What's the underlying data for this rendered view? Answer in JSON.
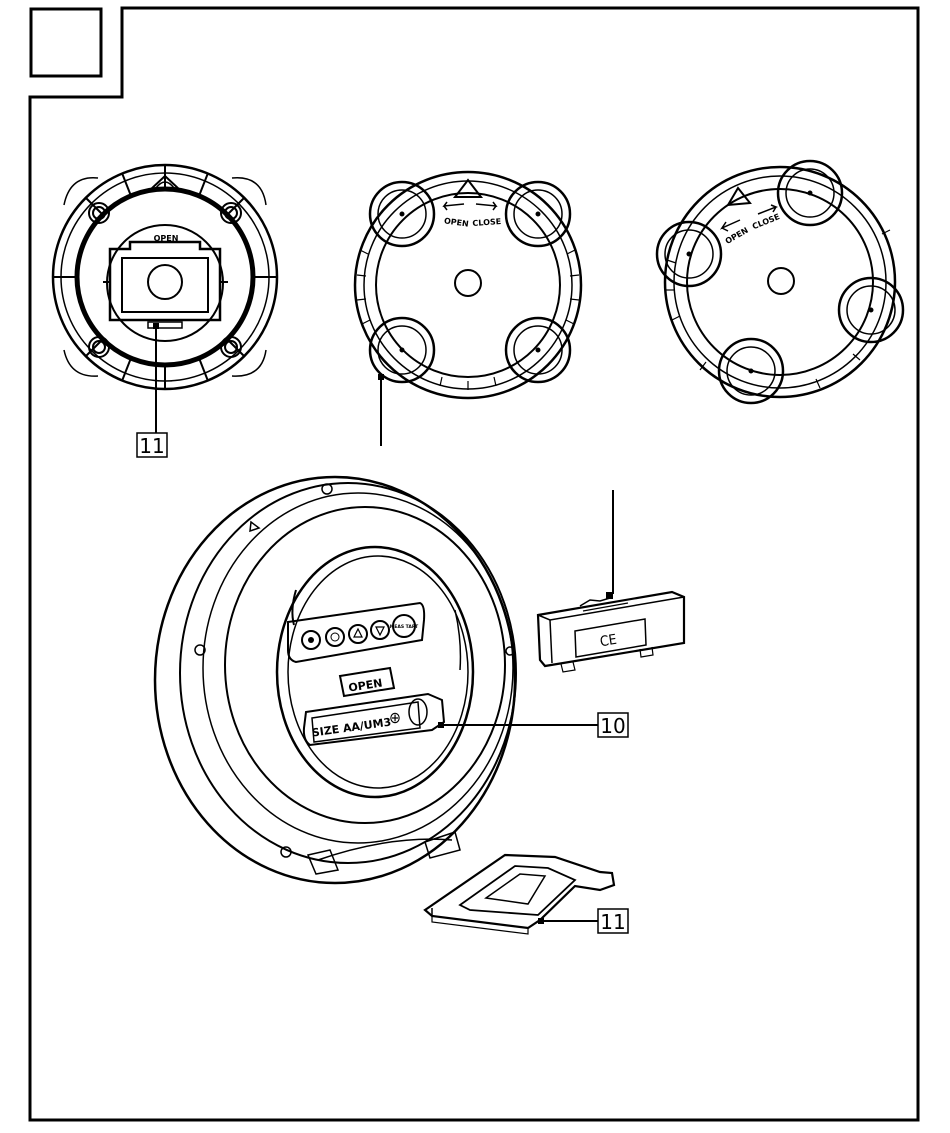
{
  "callouts": {
    "top_left": "11",
    "battery": "10",
    "stand": "11"
  },
  "views": {
    "front_open": "OPEN",
    "suction_open": "OPEN",
    "suction_close": "CLOSE",
    "rotated_open": "OPEN",
    "rotated_close": "CLOSE",
    "compartment_open": "OPEN",
    "battery_size": "SIZE AA/UM3",
    "battery_plus": "⊕",
    "button_last": "MEAS TART",
    "cover_mark": "CE"
  },
  "colors": {
    "line": "#000000",
    "background": "#ffffff"
  }
}
